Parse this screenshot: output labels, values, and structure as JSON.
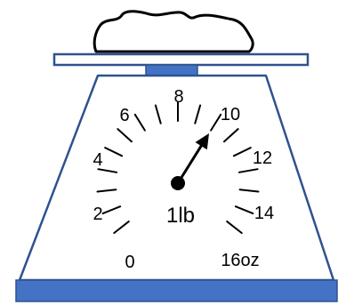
{
  "scale": {
    "dial_labels": [
      {
        "key": "0",
        "text": "0"
      },
      {
        "key": "2",
        "text": "2"
      },
      {
        "key": "4",
        "text": "4"
      },
      {
        "key": "6",
        "text": "6"
      },
      {
        "key": "8",
        "text": "8"
      },
      {
        "key": "10",
        "text": "10"
      },
      {
        "key": "12",
        "text": "12"
      },
      {
        "key": "14",
        "text": "14"
      },
      {
        "key": "16",
        "text": "16oz"
      }
    ],
    "center_label": "1lb",
    "reading_oz": 10,
    "dial_max_oz": 16,
    "colors": {
      "outline": "#2f528f",
      "fill": "#4472c4",
      "ink": "#000000"
    }
  }
}
